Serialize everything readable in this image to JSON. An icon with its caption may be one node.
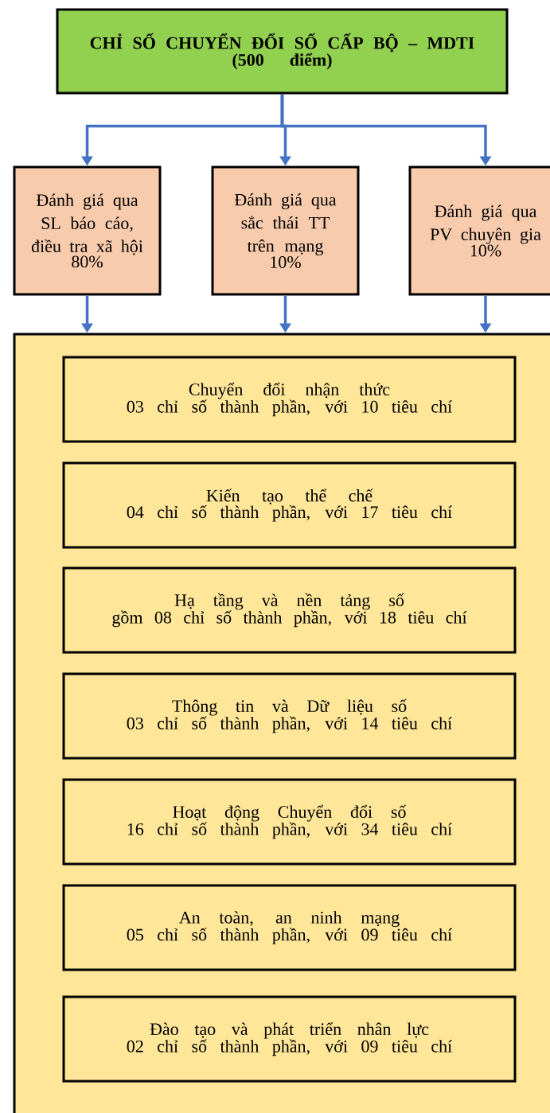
{
  "diagram": {
    "nodes": [
      {
        "text": [
          "CHỈ SỐ CHUYỂN ĐỔI SỐ CẤP BỘ – MDTI",
          "(500 điểm)"
        ]
      },
      {
        "text": [
          "Đánh giá qua SL báo cáo, điều tra xã hội",
          "80%"
        ]
      },
      {
        "text": [
          "Đánh giá qua sắc thái TT trên mạng",
          "10%"
        ]
      },
      {
        "text": [
          "Đánh giá qua PV chuyên gia",
          "10%"
        ]
      },
      {
        "text": [],
        "shape": "box"
      },
      {
        "text": [
          "Chuyển đổi nhận thức",
          "03 chỉ số thành phần, với 10 tiêu chí"
        ],
        "in": 4
      },
      {
        "text": [
          "Kiến tạo thể chế",
          "04 chỉ số thành phần, với 17 tiêu chí"
        ],
        "in": 4
      },
      {
        "text": [
          "Hạ tầng và nền tảng số",
          "gồm 08 chỉ số thành phần, với 18 tiêu chí"
        ],
        "in": 4
      },
      {
        "text": [
          "Thông tin và Dữ liệu số",
          "03 chỉ số thành phần, với 14 tiêu chí"
        ],
        "in": 4
      },
      {
        "text": [
          "Hoạt động Chuyển đổi số",
          "16 chỉ số thành phần, với 34 tiêu chí"
        ],
        "in": 4
      },
      {
        "text": [
          "An toàn, an ninh mạng",
          "05 chỉ số thành phần, với 09 tiêu chí"
        ],
        "in": 4
      },
      {
        "text": [
          "Đào tạo và phát triển nhân lực",
          "02 chỉ số thành phần, với 09 tiêu chí"
        ],
        "in": 4
      }
    ],
    "edges": [
      {
        "from": 0,
        "to": 1,
        "arrow": "to"
      },
      {
        "from": 0,
        "to": 2,
        "arrow": "to"
      },
      {
        "from": 0,
        "to": 3,
        "arrow": "to"
      },
      {
        "from": 1,
        "to": 4,
        "arrow": "to"
      },
      {
        "from": 2,
        "to": 4,
        "arrow": "to"
      },
      {
        "from": 3,
        "to": 4,
        "arrow": "to"
      }
    ]
  }
}
